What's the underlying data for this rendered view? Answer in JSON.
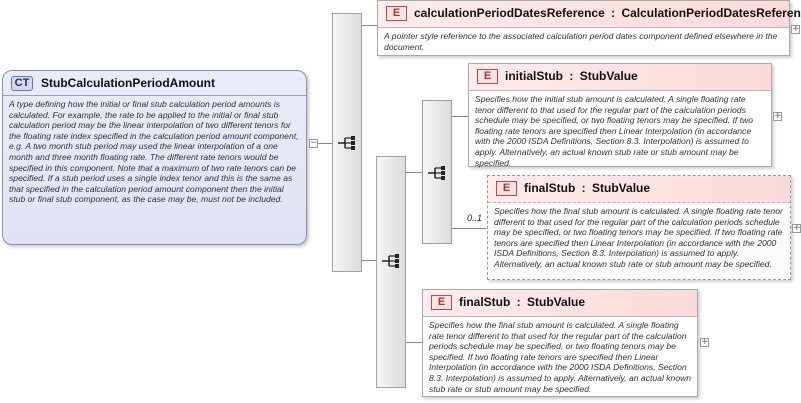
{
  "complex_type": {
    "badge": "CT",
    "name": "StubCalculationPeriodAmount",
    "description": "A type defining how the initial or final stub calculation period amounts is calculated. For example, the rate to be applied to the initial or final stub calculation period may be the linear interpolation of two different tenors for the floating rate index specified in the calculation period amount component, e.g. A two month stub period may used the linear interpolation of a one month and three month floating rate. The different rate tenors would be specified in this component. Note that a maximum of two rate tenors can be specified. If a stub period uses a single index tenor and this is the same as that specified in the calculation period amount component then the initial stub or final stub component, as the case may be, must not be included."
  },
  "elements": [
    {
      "badge": "E",
      "name": "calculationPeriodDatesReference",
      "type": "CalculationPeriodDatesReference",
      "description": "A pointer style reference to the associated calculation period dates component defined elsewhere in the document."
    },
    {
      "badge": "E",
      "name": "initialStub",
      "type": "StubValue",
      "description": "Specifies how the initial stub amount is calculated. A single floating rate tenor different to that used for the regular part of the calculation periods schedule may be specified, or two floating tenors may be specified. If two floating rate tenors are specified then Linear Interpolation (in accordance with the 2000 ISDA Definitions, Section 8.3. Interpolation) is assumed to apply. Alternatively, an actual known stub rate or stub amount may be specified."
    },
    {
      "badge": "E",
      "name": "finalStub",
      "type": "StubValue",
      "cardinality": "0..1",
      "description": "Specifies how the final stub amount is calculated. A single floating rate tenor different to that used for the regular part of the calculation periods schedule may be specified, or two floating tenors may be specified. If two floating rate tenors are specified then Linear Interpolation (in accordance with the 2000 ISDA Definitions, Section 8.3. Interpolation) is assumed to apply. Alternatively, an actual known stub rate or stub amount may be specified."
    },
    {
      "badge": "E",
      "name": "finalStub",
      "type": "StubValue",
      "description": "Specifies how the final stub amount is calculated. A single floating rate tenor different to that used for the regular part of the calculation periods schedule may be specified, or two floating tenors may be specified. If two floating rate tenors are specified then Linear Interpolation (in accordance with the 2000 ISDA Definitions, Section 8.3. Interpolation) is assumed to apply. Alternatively, an actual known stub rate or stub amount may be specified."
    }
  ],
  "separator": ":",
  "expand_symbol": "+",
  "collapse_symbol": "−",
  "colors": {
    "element_header": "#fbdada",
    "complex_type_header": "#dfe3f3",
    "connector": "#888888"
  }
}
